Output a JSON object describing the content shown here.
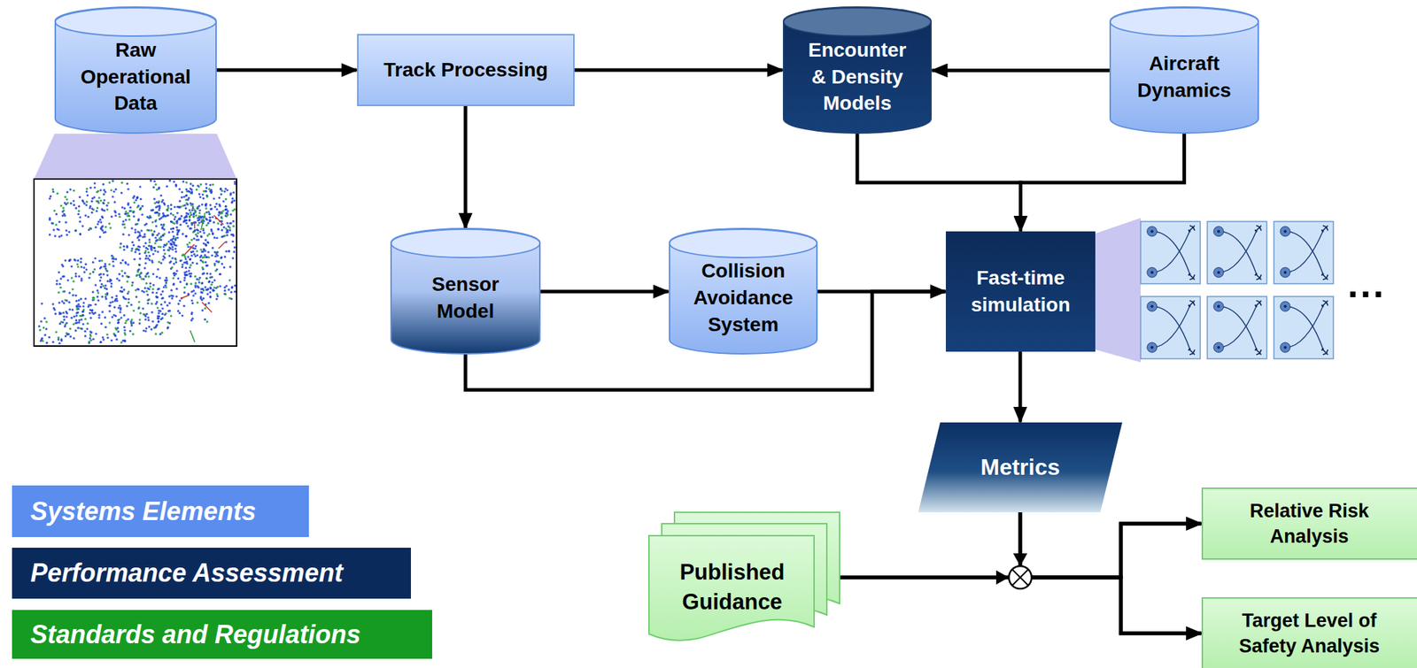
{
  "diagram": {
    "nodes": [
      {
        "text": [
          "Raw Operational Data"
        ]
      },
      {
        "text": [
          "Track Processing"
        ]
      },
      {
        "text": [
          "Encounter & Density Models"
        ]
      },
      {
        "text": [
          "Aircraft Dynamics"
        ]
      },
      {
        "text": [
          "Sensor Model"
        ]
      },
      {
        "text": [
          "Collision Avoidance System"
        ]
      },
      {
        "text": [
          "Fast-time simulation"
        ]
      },
      {
        "text": [
          "Metrics"
        ]
      },
      {
        "text": [
          "Published Guidance"
        ]
      },
      {
        "text": [
          "Relative Risk Analysis"
        ]
      },
      {
        "text": [
          "Target Level of Safety Analysis"
        ]
      }
    ],
    "edges": [
      {
        "from": 0,
        "to": 1,
        "arrow": "to"
      },
      {
        "from": 1,
        "to": 2,
        "arrow": "to"
      },
      {
        "from": 3,
        "to": 2,
        "arrow": "to"
      },
      {
        "from": 1,
        "to": 4,
        "arrow": "to"
      },
      {
        "from": 2,
        "to": 6,
        "arrow": "to"
      },
      {
        "from": 3,
        "to": 6,
        "arrow": "to"
      },
      {
        "from": 4,
        "to": 5,
        "arrow": "to"
      },
      {
        "from": 5,
        "to": 6,
        "arrow": "to"
      },
      {
        "from": 4,
        "to": 6,
        "arrow": "to"
      },
      {
        "from": 6,
        "to": 7,
        "arrow": "to"
      },
      {
        "from": 7,
        "to": 9,
        "arrow": "to"
      },
      {
        "from": 7,
        "to": 10,
        "arrow": "to"
      },
      {
        "from": 8,
        "to": 9,
        "arrow": "to"
      },
      {
        "from": 8,
        "to": 10,
        "arrow": "to"
      }
    ],
    "labels": [
      "..."
    ],
    "legend": [
      {
        "text": "Systems Elements",
        "color": "#5b8def"
      },
      {
        "text": "Performance Assessment",
        "color": "#0b2a5c"
      },
      {
        "text": "Standards and Regulations",
        "color": "#169b22"
      }
    ]
  }
}
